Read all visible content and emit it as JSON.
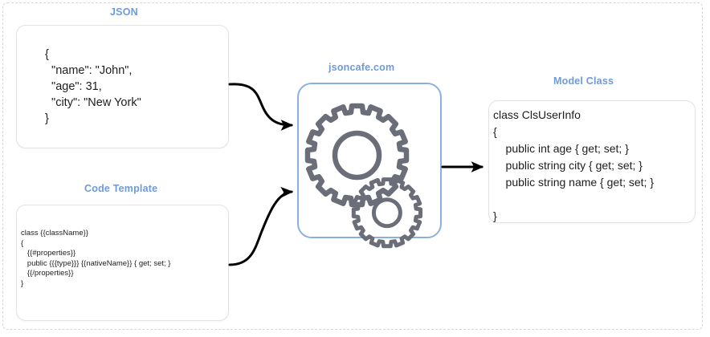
{
  "diagram": {
    "title_color": "#6e9ad8",
    "frame_style": "dashed"
  },
  "panels": {
    "json": {
      "caption": "JSON",
      "code": "{\n  \"name\": \"John\",\n  \"age\": 31,\n  \"city\": \"New York\"\n}"
    },
    "code_template": {
      "caption": "Code Template",
      "code": "class {{className}}\n{\n   {{#properties}}\n   public {{{type}}} {{nativeName}} { get; set; }\n   {{/properties}}\n}"
    },
    "engine": {
      "caption": "jsoncafe.com",
      "icon_primary": "gear-icon-large",
      "icon_secondary": "gear-icon-small",
      "icon_color": "#6b6e78",
      "border_color": "#8cb0dd"
    },
    "model_class": {
      "caption": "Model Class",
      "code": "class ClsUserInfo\n{\n    public int age { get; set; }\n    public string city { get; set; }\n    public string name { get; set; }\n\n}"
    }
  },
  "arrows": {
    "json_to_engine": "arrow-curved-down",
    "template_to_engine": "arrow-curved-up",
    "engine_to_model": "arrow-straight-right",
    "color": "#000000"
  }
}
